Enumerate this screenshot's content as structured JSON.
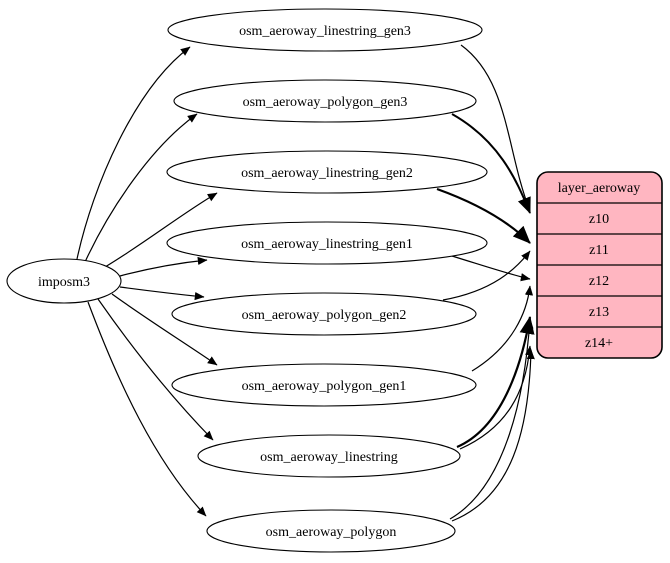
{
  "diagram": {
    "source": {
      "label": "imposm3"
    },
    "tables": [
      {
        "label": "osm_aeroway_linestring_gen3"
      },
      {
        "label": "osm_aeroway_polygon_gen3"
      },
      {
        "label": "osm_aeroway_linestring_gen2"
      },
      {
        "label": "osm_aeroway_linestring_gen1"
      },
      {
        "label": "osm_aeroway_polygon_gen2"
      },
      {
        "label": "osm_aeroway_polygon_gen1"
      },
      {
        "label": "osm_aeroway_linestring"
      },
      {
        "label": "osm_aeroway_polygon"
      }
    ],
    "layer": {
      "title": "layer_aeroway",
      "rows": [
        "z10",
        "z11",
        "z12",
        "z13",
        "z14+"
      ]
    },
    "edges": [
      {
        "from": "imposm3",
        "to": "osm_aeroway_linestring_gen3"
      },
      {
        "from": "imposm3",
        "to": "osm_aeroway_polygon_gen3"
      },
      {
        "from": "imposm3",
        "to": "osm_aeroway_linestring_gen2"
      },
      {
        "from": "imposm3",
        "to": "osm_aeroway_linestring_gen1"
      },
      {
        "from": "imposm3",
        "to": "osm_aeroway_polygon_gen2"
      },
      {
        "from": "imposm3",
        "to": "osm_aeroway_polygon_gen1"
      },
      {
        "from": "imposm3",
        "to": "osm_aeroway_linestring"
      },
      {
        "from": "imposm3",
        "to": "osm_aeroway_polygon"
      },
      {
        "from": "osm_aeroway_linestring_gen3",
        "to": "layer_aeroway:z10"
      },
      {
        "from": "osm_aeroway_polygon_gen3",
        "to": "layer_aeroway:z10"
      },
      {
        "from": "osm_aeroway_linestring_gen2",
        "to": "layer_aeroway:z11"
      },
      {
        "from": "osm_aeroway_polygon_gen2",
        "to": "layer_aeroway:z11"
      },
      {
        "from": "osm_aeroway_linestring_gen1",
        "to": "layer_aeroway:z12"
      },
      {
        "from": "osm_aeroway_polygon_gen1",
        "to": "layer_aeroway:z12"
      },
      {
        "from": "osm_aeroway_linestring",
        "to": "layer_aeroway:z13"
      },
      {
        "from": "osm_aeroway_polygon",
        "to": "layer_aeroway:z13"
      },
      {
        "from": "osm_aeroway_linestring",
        "to": "layer_aeroway:z14+"
      },
      {
        "from": "osm_aeroway_polygon",
        "to": "layer_aeroway:z14+"
      }
    ],
    "colors": {
      "layer_fill": "#ffb6c1",
      "node_fill": "#ffffff",
      "stroke": "#000000",
      "background": "#ffffff"
    }
  }
}
